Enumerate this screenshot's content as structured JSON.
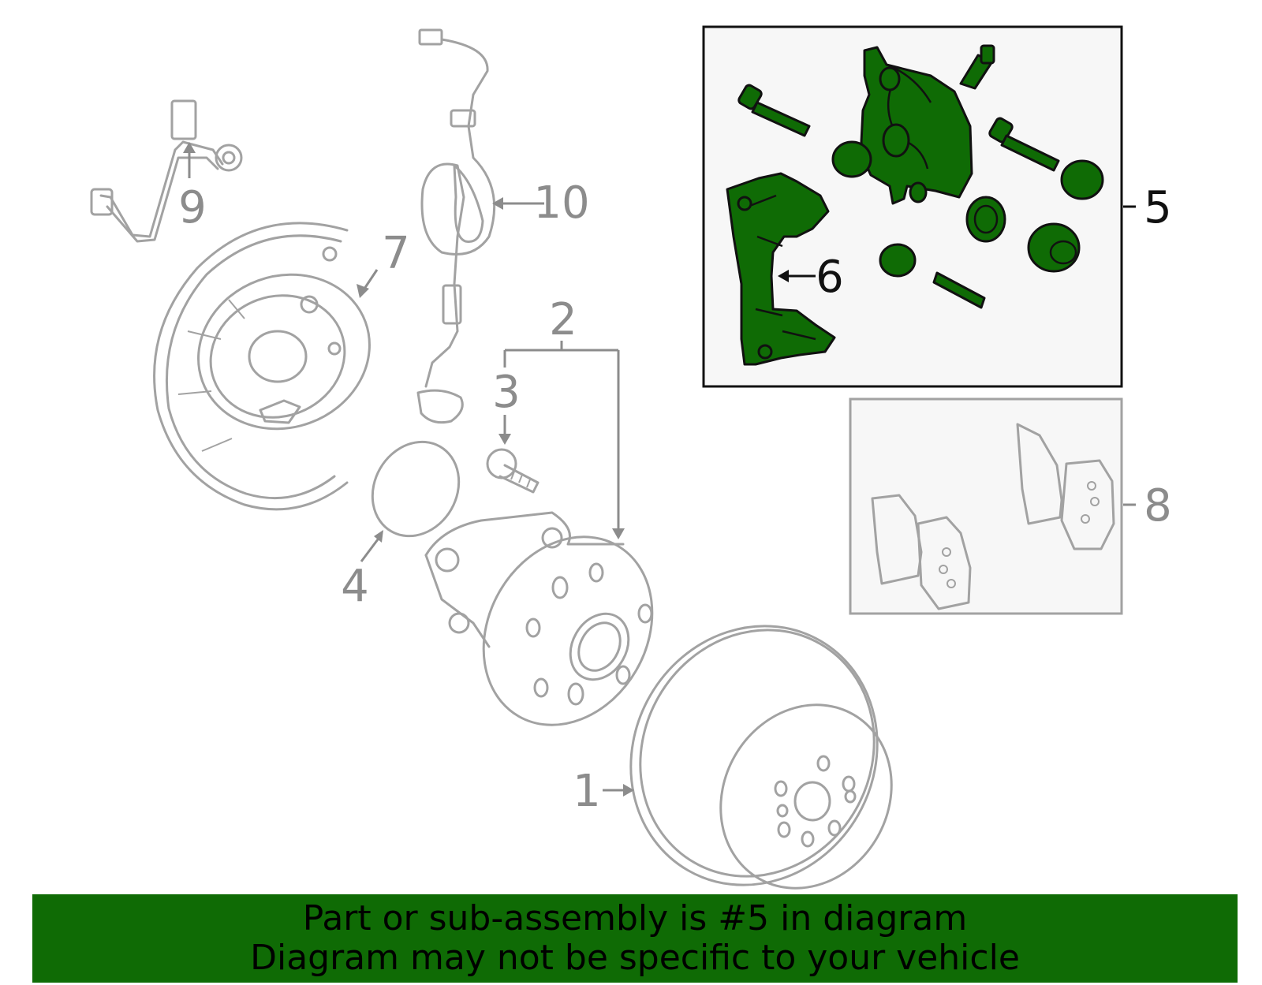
{
  "callouts": {
    "c1": "1",
    "c2": "2",
    "c3": "3",
    "c4": "4",
    "c5": "5",
    "c6": "6",
    "c7": "7",
    "c8": "8",
    "c9": "9",
    "c10": "10"
  },
  "highlighted_part": "5",
  "colors": {
    "highlight": "#0f6b05",
    "line_grey": "#a2a2a2",
    "label_grey": "#8c8c8c",
    "banner": "#0f6b05"
  },
  "banner": {
    "line1": "Part or sub-assembly is #5 in diagram",
    "line2": "Diagram may not be specific to your vehicle"
  }
}
